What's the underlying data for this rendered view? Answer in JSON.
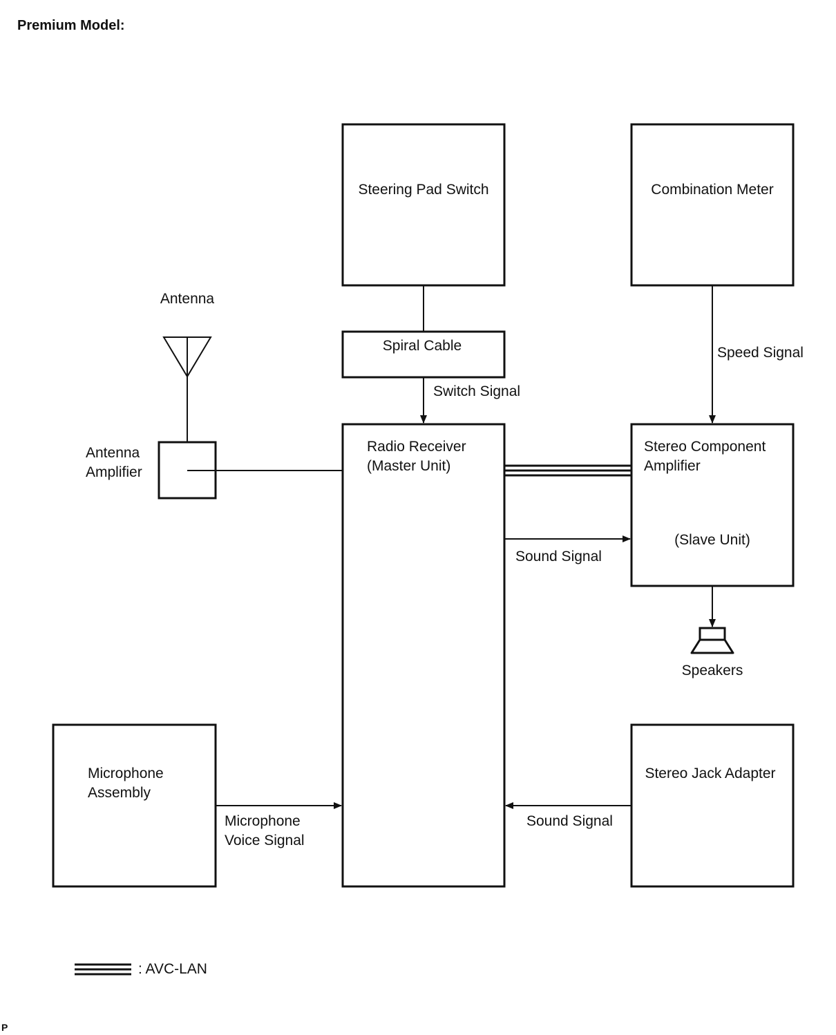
{
  "title": "Premium Model:",
  "footer_mark": "P",
  "components": {
    "steering_pad_switch": "Steering Pad Switch",
    "combination_meter": "Combination Meter",
    "antenna": "Antenna",
    "spiral_cable": "Spiral Cable",
    "antenna_amplifier": [
      "Antenna",
      "Amplifier"
    ],
    "radio_receiver": [
      "Radio Receiver",
      "(Master Unit)"
    ],
    "stereo_component_amplifier": [
      "Stereo Component",
      "Amplifier"
    ],
    "slave_unit": "(Slave Unit)",
    "speakers": "Speakers",
    "microphone_assembly": [
      "Microphone",
      "Assembly"
    ],
    "stereo_jack_adapter": "Stereo Jack Adapter"
  },
  "signals": {
    "switch_signal": "Switch Signal",
    "speed_signal": "Speed Signal",
    "sound_signal_out": "Sound Signal",
    "sound_signal_in": "Sound Signal",
    "microphone_voice_signal": [
      "Microphone",
      "Voice Signal"
    ]
  },
  "legend": {
    "avc_lan": ": AVC-LAN"
  },
  "colors": {
    "line": "#111111",
    "background": "#ffffff"
  }
}
